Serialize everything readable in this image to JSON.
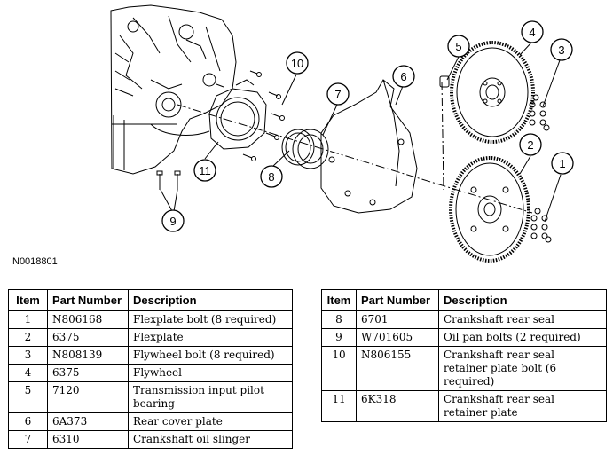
{
  "figure": {
    "id_label": "N0018801",
    "callouts": [
      "1",
      "2",
      "3",
      "4",
      "5",
      "6",
      "7",
      "8",
      "9",
      "10",
      "11"
    ]
  },
  "table_left": {
    "headers": [
      "Item",
      "Part Number",
      "Description"
    ],
    "rows": [
      {
        "item": "1",
        "part": "N806168",
        "desc": "Flexplate bolt (8 required)"
      },
      {
        "item": "2",
        "part": "6375",
        "desc": "Flexplate"
      },
      {
        "item": "3",
        "part": "N808139",
        "desc": "Flywheel bolt (8 required)"
      },
      {
        "item": "4",
        "part": "6375",
        "desc": "Flywheel"
      },
      {
        "item": "5",
        "part": "7120",
        "desc": "Transmission input pilot bearing"
      },
      {
        "item": "6",
        "part": "6A373",
        "desc": "Rear cover plate"
      },
      {
        "item": "7",
        "part": "6310",
        "desc": "Crankshaft oil slinger"
      }
    ]
  },
  "table_right": {
    "headers": [
      "Item",
      "Part Number",
      "Description"
    ],
    "rows": [
      {
        "item": "8",
        "part": "6701",
        "desc": "Crankshaft rear seal"
      },
      {
        "item": "9",
        "part": "W701605",
        "desc": "Oil pan bolts (2 required)"
      },
      {
        "item": "10",
        "part": "N806155",
        "desc": "Crankshaft rear seal retainer plate bolt (6 required)"
      },
      {
        "item": "11",
        "part": "6K318",
        "desc": "Crankshaft rear seal retainer plate"
      }
    ]
  }
}
